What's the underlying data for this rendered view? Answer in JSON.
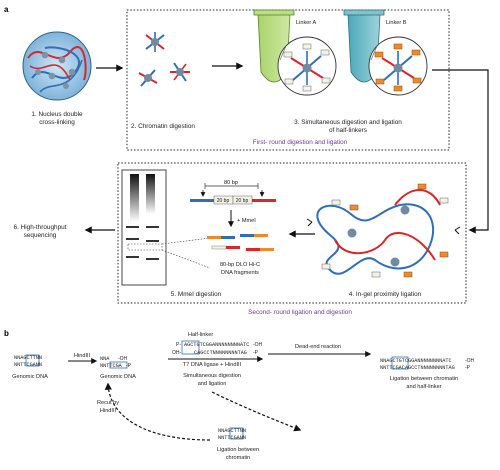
{
  "panel_a": {
    "label": "a",
    "step1": [
      "1. Nucleus double",
      "cross-linking"
    ],
    "step2": "2. Chromatin digestion",
    "step3": [
      "3. Simultaneous digestion and ligation",
      "of half-linkers"
    ],
    "linker_a": "Linker A",
    "linker_b": "Linker B",
    "round1": "First- round digestion and ligation",
    "step4": "4. In-gel proximity ligation",
    "step5": "5. MmeI digestion",
    "step6": [
      "6. High-throughput",
      "sequencing"
    ],
    "bp80": "80 bp",
    "bp20a": "20 bp",
    "bp20b": "20 bp",
    "mmei": "+ MmeI",
    "fragments": [
      "80-bp DLO Hi-C",
      "DNA fragments"
    ],
    "round2": "Second- round ligation and digestion"
  },
  "panel_b": {
    "label": "b",
    "genomic_top": "NNAGCTTNN",
    "genomic_bot": "NNTTCGANN",
    "genomic_label": "Genomic DNA",
    "hindiii": "HindIII",
    "dig_top": "NNA",
    "dig_bot": "NNTTCGA",
    "oh": "-OH",
    "p": "-P",
    "dig_label": "Genomic DNA",
    "half_linker": "Half-linker",
    "hl_p": "P-",
    "hl_top": "AGCTGTCGGANNNNNNNNATC",
    "hl_oh_left": "OH-",
    "hl_bot": "CAGCCTNNNNNNNNTAG",
    "hl_oh_right": "-OH",
    "hl_p_right": "-P",
    "t7": "T7 DNA ligase + HindIII",
    "simul": [
      "Simultaneous digestion",
      "and ligation"
    ],
    "dead_end": "Dead-end reaction",
    "lig_top": "NNAGCTGTCGGANNNNNNNNATC",
    "lig_bot": "NNTTCGACAGCCTNNNNNNNNTAG",
    "lig_oh": "-OH",
    "lig_p": "-P",
    "lig_label": [
      "Ligation between chromatin",
      "and half-linker"
    ],
    "recut": [
      "Recut by",
      "HindIII"
    ],
    "chrom_top": "NNAGCTTNN",
    "chrom_bot": "NNTTCGANN",
    "chrom_label": [
      "Ligation between",
      "chromatin"
    ]
  },
  "colors": {
    "red": "#d8262b",
    "blue": "#2f6fb5",
    "orange": "#ef8a2c",
    "green": "#9ccc65",
    "teal": "#4aa9b8",
    "purple": "#6a3d8f",
    "grey": "#7a7a7a"
  }
}
